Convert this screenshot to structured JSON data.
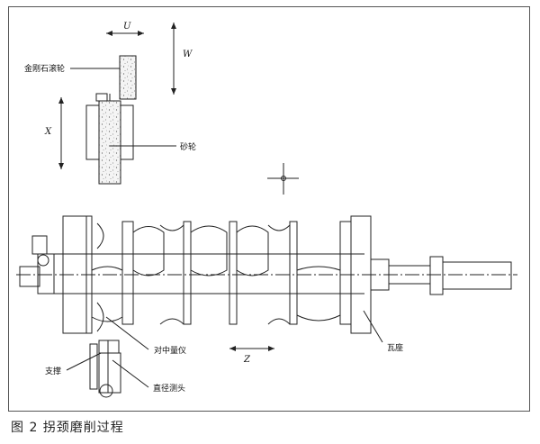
{
  "labels": {
    "diamond_roller": "金刚石滚轮",
    "grinding_wheel": "砂轮",
    "centering_gauge": "对中量仪",
    "support": "支撑",
    "diameter_probe": "直径测头",
    "bearing_seat": "瓦座"
  },
  "axes": {
    "u": "U",
    "w": "W",
    "x": "X",
    "z": "Z"
  },
  "caption": "图 2  拐颈磨削过程"
}
